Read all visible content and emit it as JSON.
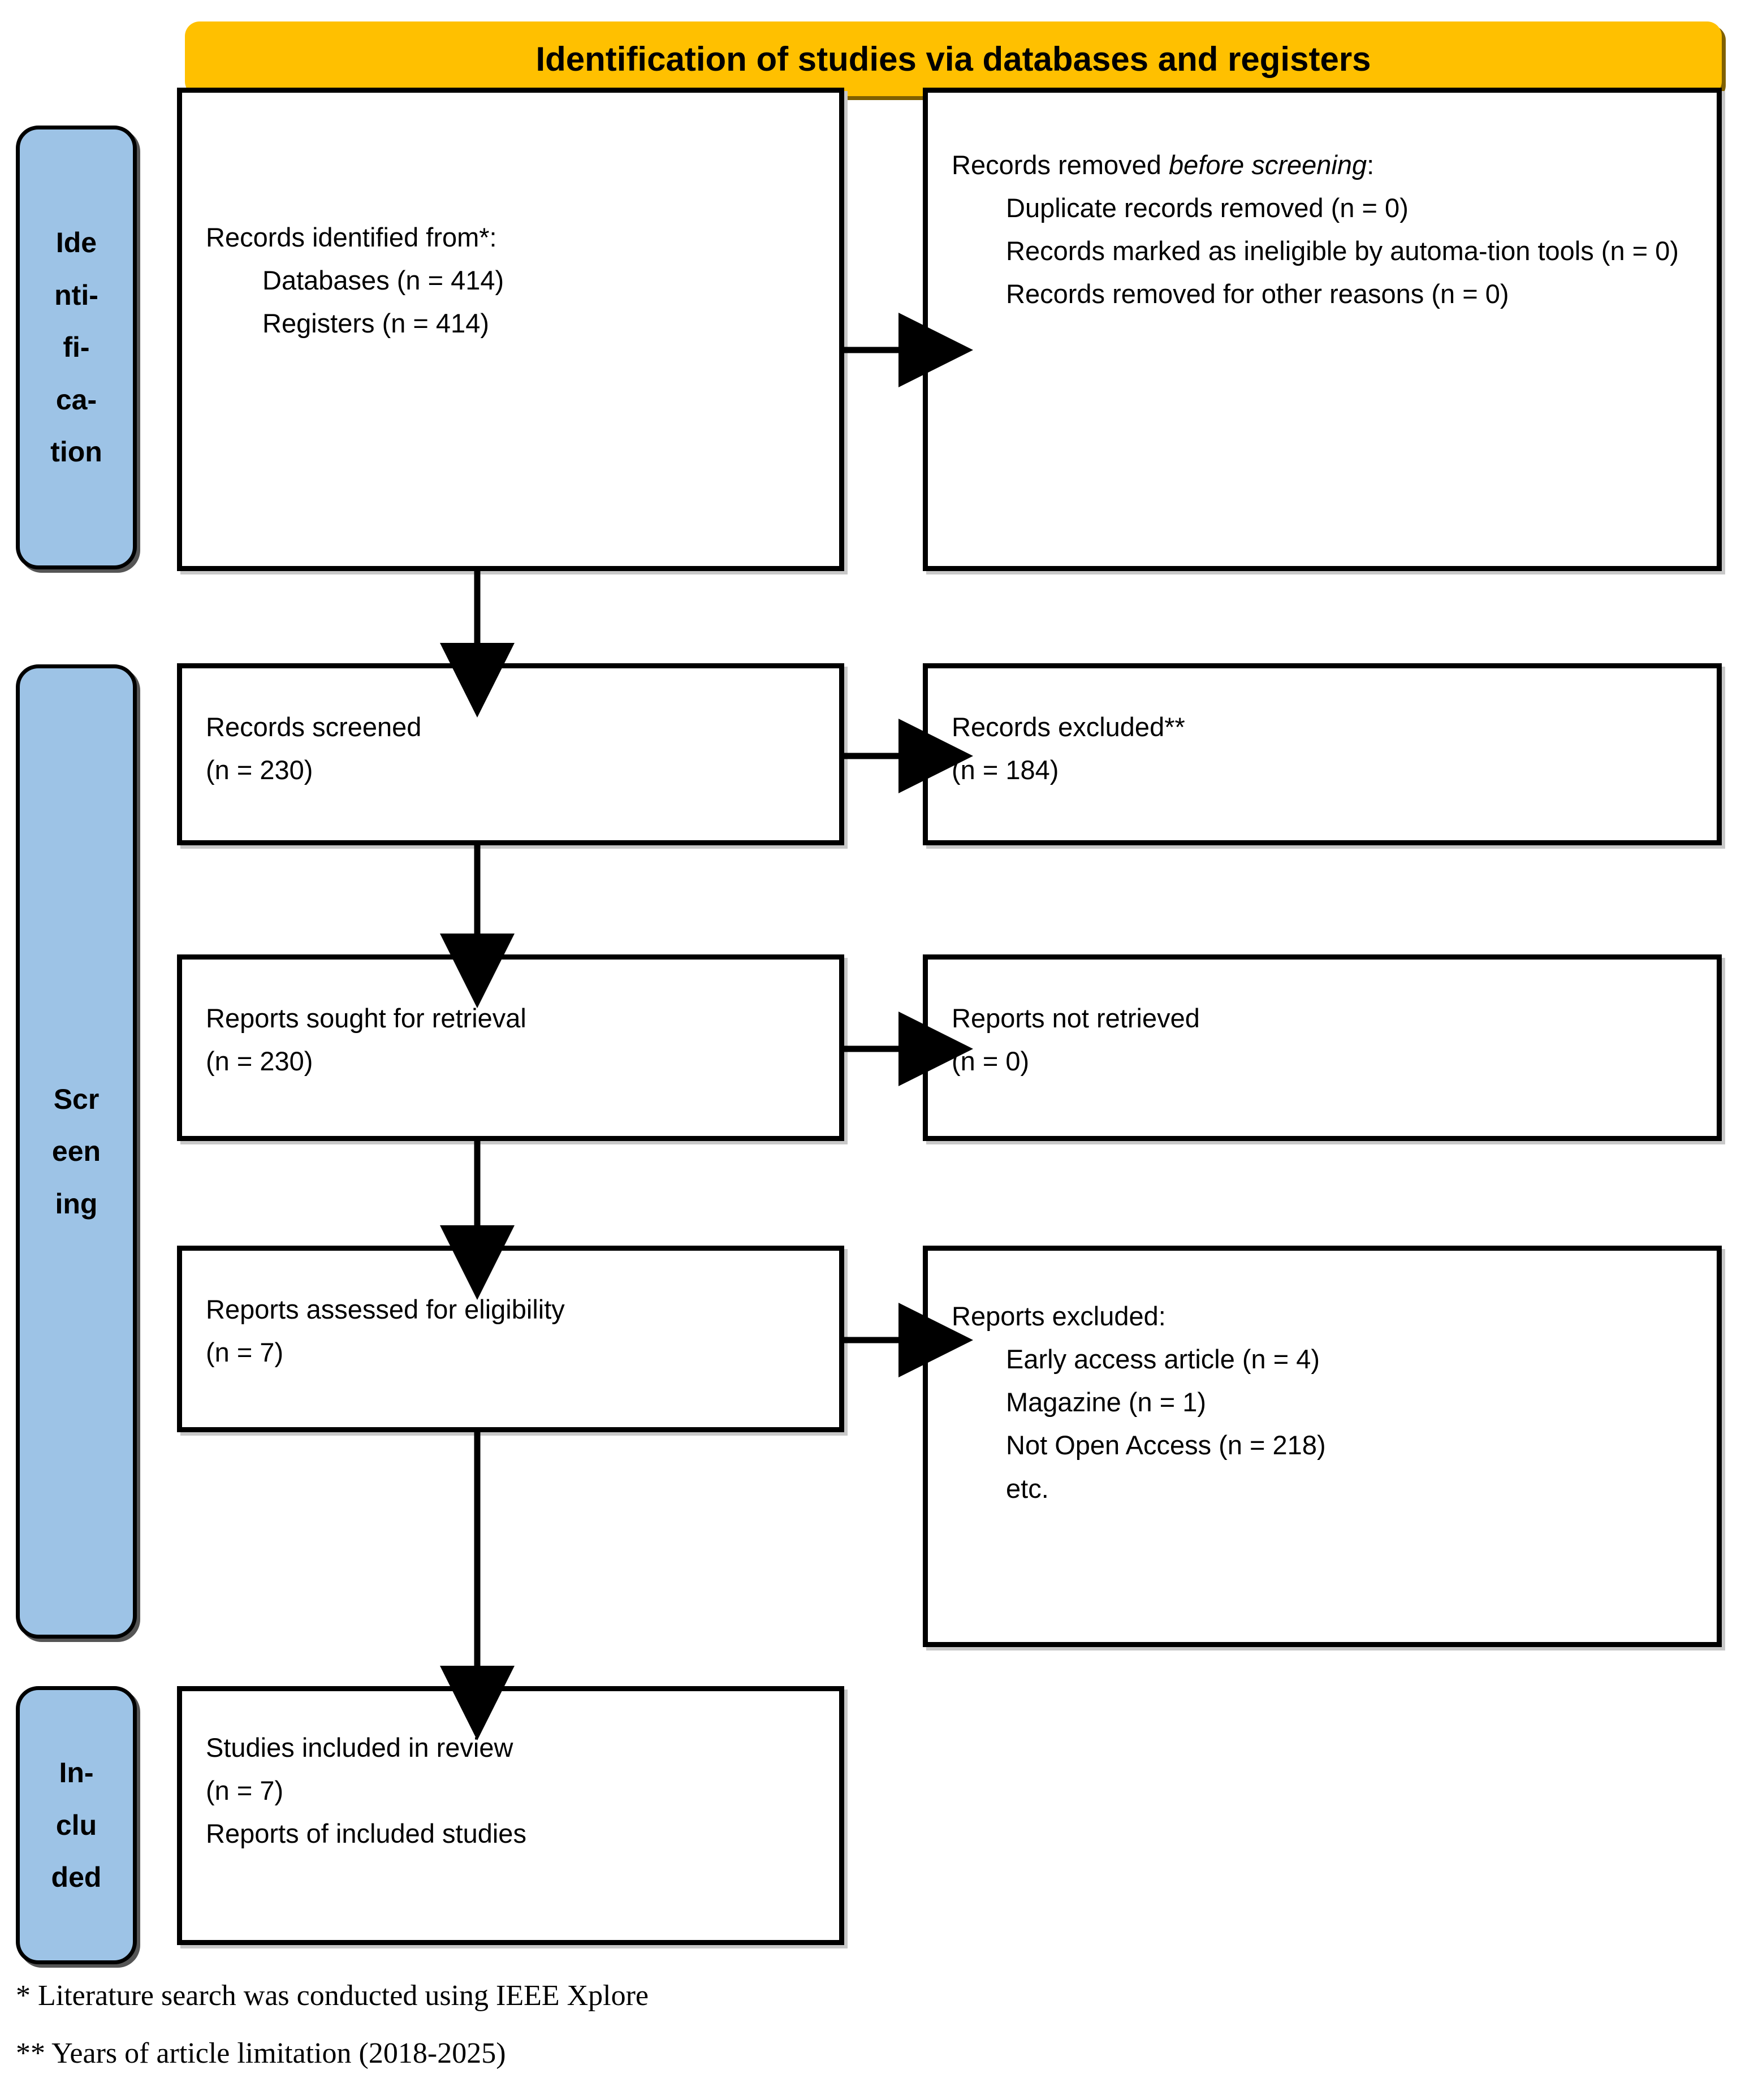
{
  "header": {
    "title": "Identification of studies via databases and registers",
    "background_color": "#FFC000"
  },
  "stages": [
    {
      "name": "identification",
      "lines": [
        "Ide",
        "nti-",
        "fi-",
        "ca-",
        "tion"
      ],
      "color": "#9DC3E6"
    },
    {
      "name": "screening",
      "lines": [
        "Scr",
        "een",
        "ing"
      ],
      "color": "#9DC3E6"
    },
    {
      "name": "included",
      "lines": [
        "In-",
        "clu",
        "ded"
      ],
      "color": "#9DC3E6"
    }
  ],
  "boxes": {
    "identified": {
      "heading": "Records identified from*:",
      "items": [
        "Databases (n = 414)",
        "Registers (n = 414)"
      ]
    },
    "removed_before_screening": {
      "heading_pre": "Records removed ",
      "heading_em": "before screening",
      "heading_post": ":",
      "items": [
        "Duplicate records removed (n = 0)",
        "Records marked as ineligible by automa-tion tools (n = 0)",
        "Records removed for other reasons (n = 0)"
      ]
    },
    "records_screened": {
      "heading": "Records screened",
      "count": "(n = 230)"
    },
    "records_excluded": {
      "heading": "Records excluded**",
      "count": "(n = 184)"
    },
    "reports_sought": {
      "heading": "Reports sought for retrieval",
      "count": "(n = 230)"
    },
    "reports_not_retrieved": {
      "heading": "Reports not retrieved",
      "count": "(n = 0)"
    },
    "reports_assessed": {
      "heading": "Reports assessed for eligibility",
      "count": "(n = 7)"
    },
    "reports_excluded": {
      "heading": "Reports excluded:",
      "items": [
        "Early access article (n = 4)",
        "Magazine (n = 1)",
        "Not Open Access (n = 218)",
        "etc."
      ]
    },
    "studies_included": {
      "heading": "Studies included in review",
      "count": "(n = 7)",
      "subheading": "Reports of included studies"
    }
  },
  "footnotes": [
    "* Literature search was conducted using IEEE Xplore",
    "** Years of article limitation (2018-2025)"
  ]
}
